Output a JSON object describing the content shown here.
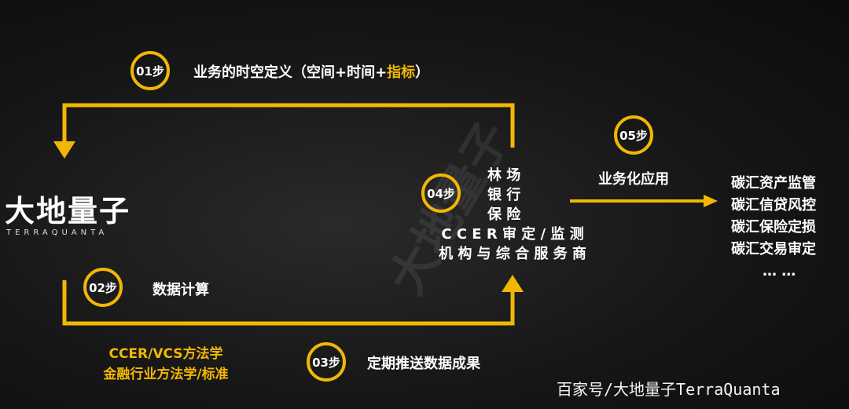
{
  "steps": {
    "s1": {
      "badge": "01步",
      "text_main": "业务的时空定义（空间+时间+",
      "text_highlight": "指标",
      "text_end": "）"
    },
    "s2": {
      "badge": "02步",
      "text": "数据计算"
    },
    "s3": {
      "badge": "03步",
      "text": "定期推送数据成果"
    },
    "s4": {
      "badge": "04步",
      "lines": [
        "林 场",
        "银 行",
        "保 险",
        "C C E R 审 定 / 监 测",
        "机 构 与 综 合 服 务 商"
      ]
    },
    "s5": {
      "badge": "05步",
      "text": "业务化应用"
    }
  },
  "logo": {
    "main": "大地量子",
    "sub": "TERRAQUANTA"
  },
  "methods": [
    "CCER/VCS方法学",
    "金融行业方法学/标准"
  ],
  "applications": [
    "碳汇资产监管",
    "碳汇信贷风控",
    "碳汇保险定损",
    "碳汇交易审定",
    "… …"
  ],
  "watermark": {
    "credit": "百家号/大地量子TerraQuanta",
    "diagonal": "大地量子"
  },
  "colors": {
    "accent": "#f2b705",
    "background": "#161616"
  }
}
